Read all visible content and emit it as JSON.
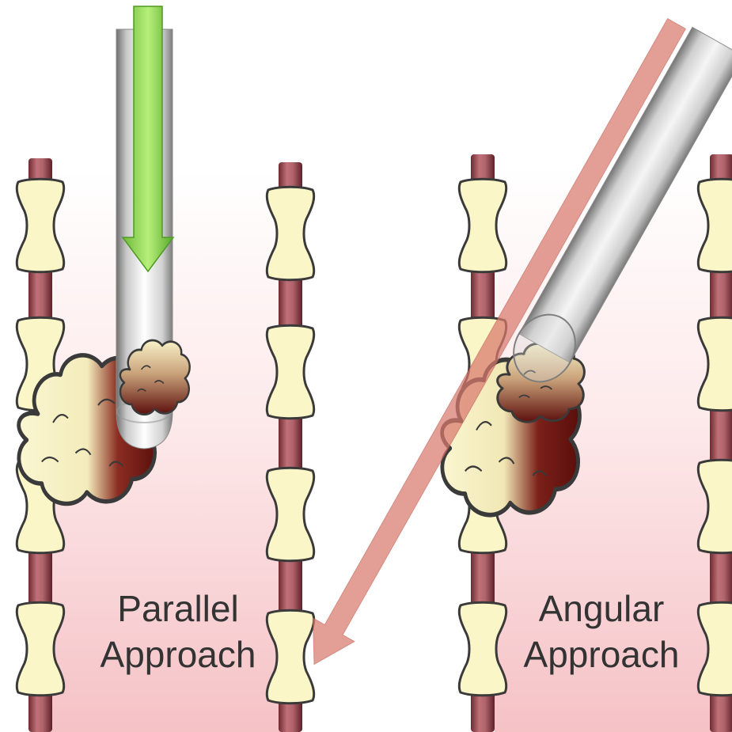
{
  "panels": [
    {
      "id": "parallel",
      "label_line1": "Parallel",
      "label_line2": "Approach",
      "color_arrow": "#7ac943"
    },
    {
      "id": "angular",
      "label_line1": "Angular",
      "label_line2": "Approach",
      "color_arrow": "#d97a6e"
    }
  ],
  "colors": {
    "rod": "#a3585e",
    "bone": "#fbf6c8",
    "bone_outline": "#3a3a3a",
    "canal_top": "#ffffff",
    "canal_bottom": "#f6c3c7",
    "tumor_dark": "#6b1210",
    "tumor_light": "#f8f3c9",
    "tube": "#b8b8b8"
  },
  "icons": {
    "green_arrow": "down-arrow-icon",
    "red_arrow": "diagonal-arrow-icon"
  }
}
